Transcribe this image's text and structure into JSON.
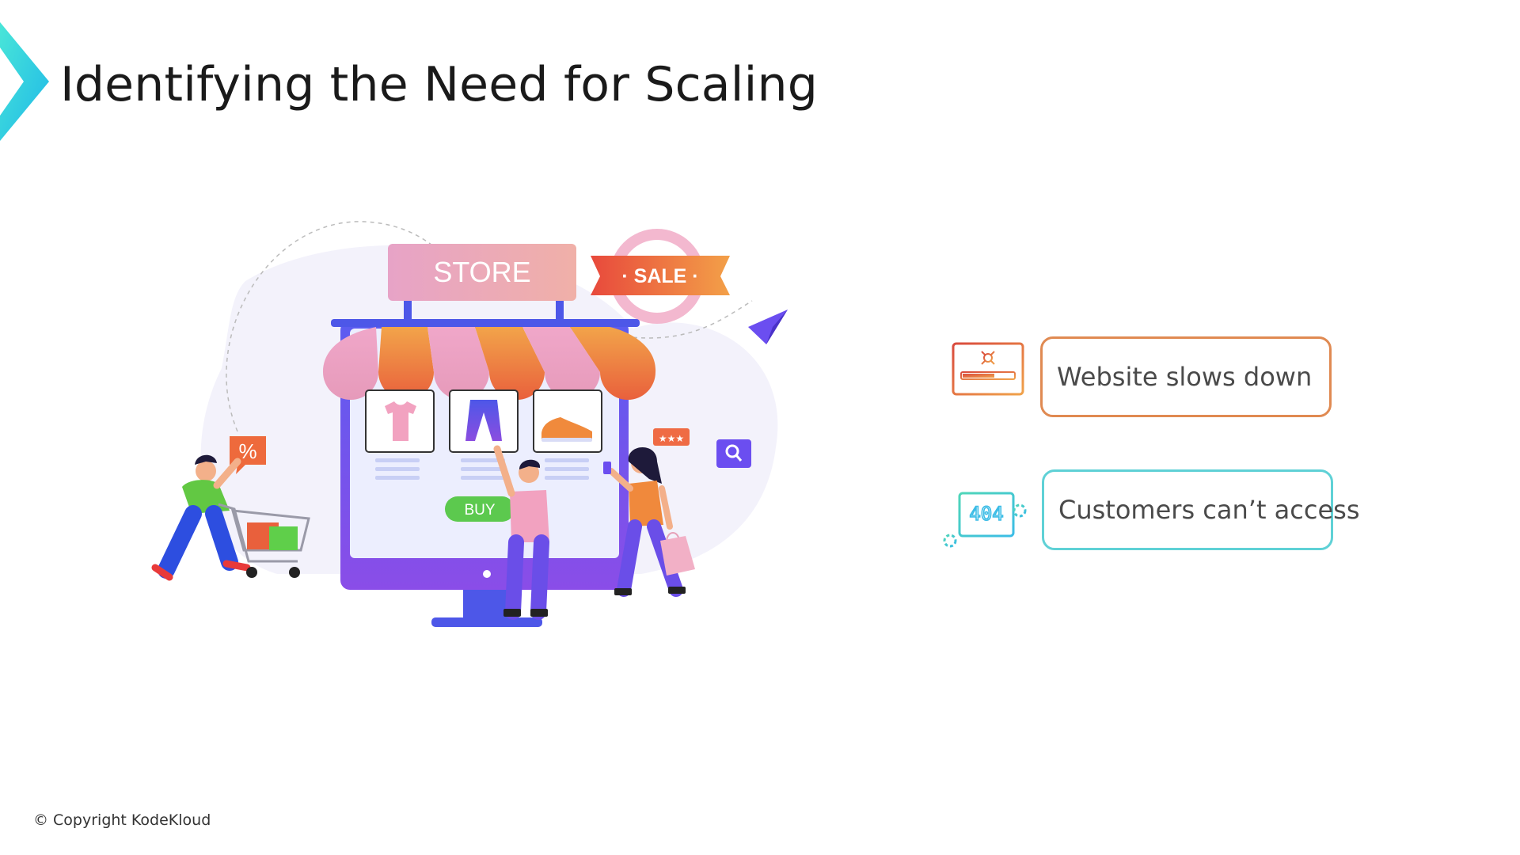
{
  "slide": {
    "title": "Identifying the Need for Scaling",
    "copyright": "© Copyright KodeKloud"
  },
  "illustration": {
    "store_sign": "STORE",
    "sale_badge": "· SALE ·",
    "buy_button": "BUY",
    "percent_badge": "%",
    "icons": [
      "t-shirt-icon",
      "trousers-icon",
      "sneaker-icon",
      "shopping-cart-icon",
      "shopping-bag-icon",
      "paper-plane-icon",
      "search-icon",
      "rating-stars-icon"
    ]
  },
  "issues": [
    {
      "label": "Website slows down",
      "icon": "slow-loading-monitor-icon",
      "border_color": "#e08a52"
    },
    {
      "label": "Customers can’t access",
      "icon": "error-404-monitor-icon",
      "border_color": "#5fd1d6"
    }
  ],
  "error_code": "404",
  "colors": {
    "accent_teal": "#3dd9e0",
    "accent_orange": "#e08a52",
    "purple": "#6b4ef0"
  }
}
